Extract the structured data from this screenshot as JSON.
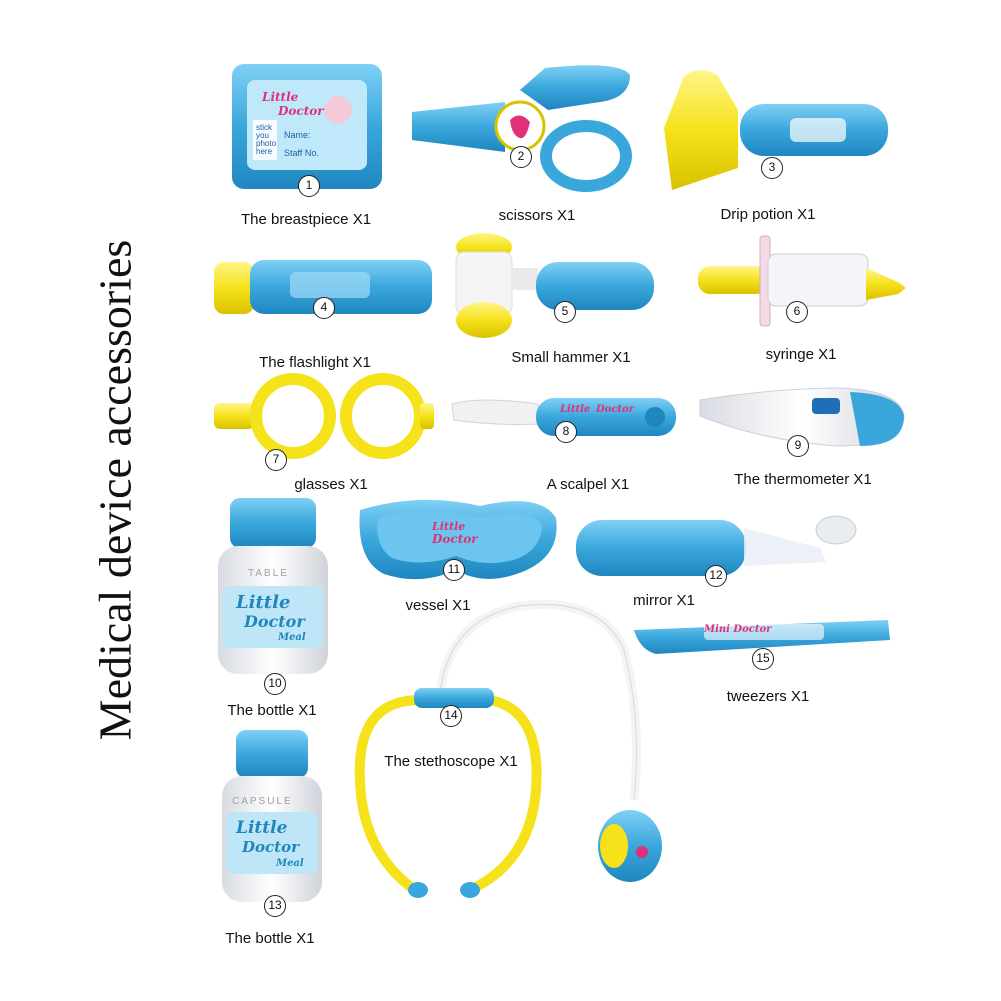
{
  "title": "Medical device accessories",
  "items": [
    {
      "num": "1",
      "caption": "The breastpiece X1",
      "name": "breastpiece"
    },
    {
      "num": "2",
      "caption": "scissors X1",
      "name": "scissors"
    },
    {
      "num": "3",
      "caption": "Drip potion X1",
      "name": "drip-potion"
    },
    {
      "num": "4",
      "caption": "The flashlight X1",
      "name": "flashlight"
    },
    {
      "num": "5",
      "caption": "Small hammer X1",
      "name": "small-hammer"
    },
    {
      "num": "6",
      "caption": "syringe X1",
      "name": "syringe"
    },
    {
      "num": "7",
      "caption": "glasses X1",
      "name": "glasses"
    },
    {
      "num": "8",
      "caption": "A scalpel X1",
      "name": "scalpel"
    },
    {
      "num": "9",
      "caption": "The thermometer X1",
      "name": "thermometer"
    },
    {
      "num": "10",
      "caption": "The bottle X1",
      "name": "bottle-top"
    },
    {
      "num": "11",
      "caption": "vessel X1",
      "name": "vessel"
    },
    {
      "num": "12",
      "caption": "mirror X1",
      "name": "mirror"
    },
    {
      "num": "13",
      "caption": "The bottle X1",
      "name": "bottle-bottom"
    },
    {
      "num": "14",
      "caption": "The stethoscope X1",
      "name": "stethoscope"
    },
    {
      "num": "15",
      "caption": "tweezers X1",
      "name": "tweezers"
    }
  ],
  "product_text": {
    "brand_little": "Little",
    "brand_doctor": "Doctor",
    "brand_meal": "Meal",
    "badge_stick": "stick",
    "badge_you": "you",
    "badge_photo": "photo",
    "badge_here": "here",
    "badge_name": "Name:",
    "badge_staff": "Staff No.",
    "bottle_top_label": "TABLE",
    "bottle_bottom_label": "CAPSULE",
    "mini_doctor": "Mini Doctor"
  },
  "colors": {
    "toy_blue": "#3aa7dc",
    "toy_blue_dark": "#1f86bf",
    "toy_yellow": "#f5e21a",
    "toy_white": "#f2f3f6",
    "brand_pink": "#e0307a"
  }
}
